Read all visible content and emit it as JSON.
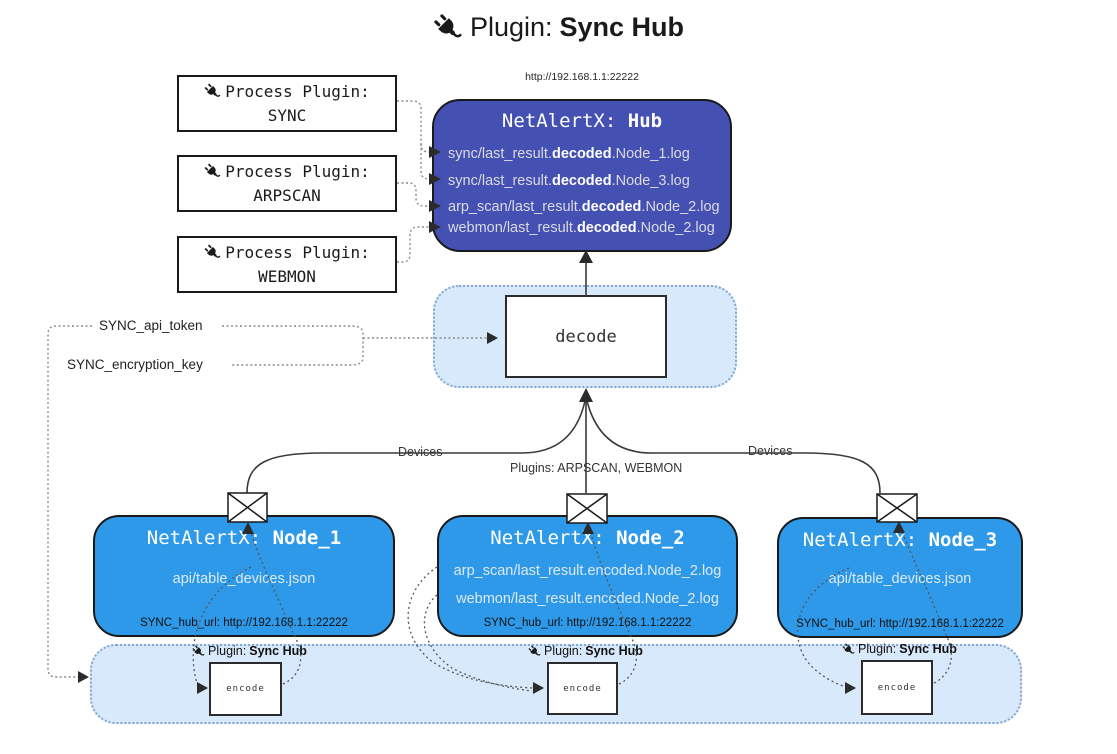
{
  "colors": {
    "hub-fill": "#4450b2",
    "node-fill": "#2e99e8",
    "panel-fill": "#d8e9fb",
    "panel-border": "#82a6cf",
    "ink": "#1a1a1a",
    "wire": "#3a3a3a",
    "dotted": "#8a8a8a",
    "hub-text": "#dbdbe0",
    "node-text": "#dceafb"
  },
  "header": {
    "prefix": "Plugin: ",
    "name": "Sync Hub"
  },
  "hub": {
    "url": "http://192.168.1.1:22222",
    "title_prefix": "NetAlertX: ",
    "title_name": "Hub",
    "lines": [
      {
        "pre": "sync/last_result.",
        "bold": "decoded",
        "post": ".Node_1.log"
      },
      {
        "pre": "sync/last_result.",
        "bold": "decoded",
        "post": ".Node_3.log"
      },
      {
        "pre": "arp_scan/last_result.",
        "bold": "decoded",
        "post": ".Node_2.log"
      },
      {
        "pre": "webmon/last_result.",
        "bold": "decoded",
        "post": ".Node_2.log"
      }
    ]
  },
  "process_plugins": [
    {
      "label": "Process Plugin:",
      "name": "SYNC"
    },
    {
      "label": "Process Plugin:",
      "name": "ARPSCAN"
    },
    {
      "label": "Process Plugin:",
      "name": "WEBMON"
    }
  ],
  "settings": {
    "api_token": "SYNC_api_token",
    "encryption_key": "SYNC_encryption_key"
  },
  "decode_label": "decode",
  "edge_labels": {
    "left": "Devices",
    "center": "Plugins: ARPSCAN, WEBMON",
    "right": "Devices"
  },
  "nodes": [
    {
      "title_prefix": "NetAlertX: ",
      "title_name": "Node_1",
      "lines": [
        "api/table_devices.json"
      ],
      "hub_url": "SYNC_hub_url: http://192.168.1.1:22222"
    },
    {
      "title_prefix": "NetAlertX: ",
      "title_name": "Node_2",
      "lines": [
        "arp_scan/last_result.encoded.Node_2.log",
        "webmon/last_result.encoded.Node_2.log"
      ],
      "hub_url": "SYNC_hub_url: http://192.168.1.1:22222"
    },
    {
      "title_prefix": "NetAlertX: ",
      "title_name": "Node_3",
      "lines": [
        "api/table_devices.json"
      ],
      "hub_url": "SYNC_hub_url: http://192.168.1.1:22222"
    }
  ],
  "encoders": [
    {
      "plugin_prefix": "Plugin: ",
      "plugin_name": "Sync Hub",
      "label": "encode"
    },
    {
      "plugin_prefix": "Plugin: ",
      "plugin_name": "Sync Hub",
      "label": "encode"
    },
    {
      "plugin_prefix": "Plugin: ",
      "plugin_name": "Sync Hub",
      "label": "encode"
    }
  ]
}
